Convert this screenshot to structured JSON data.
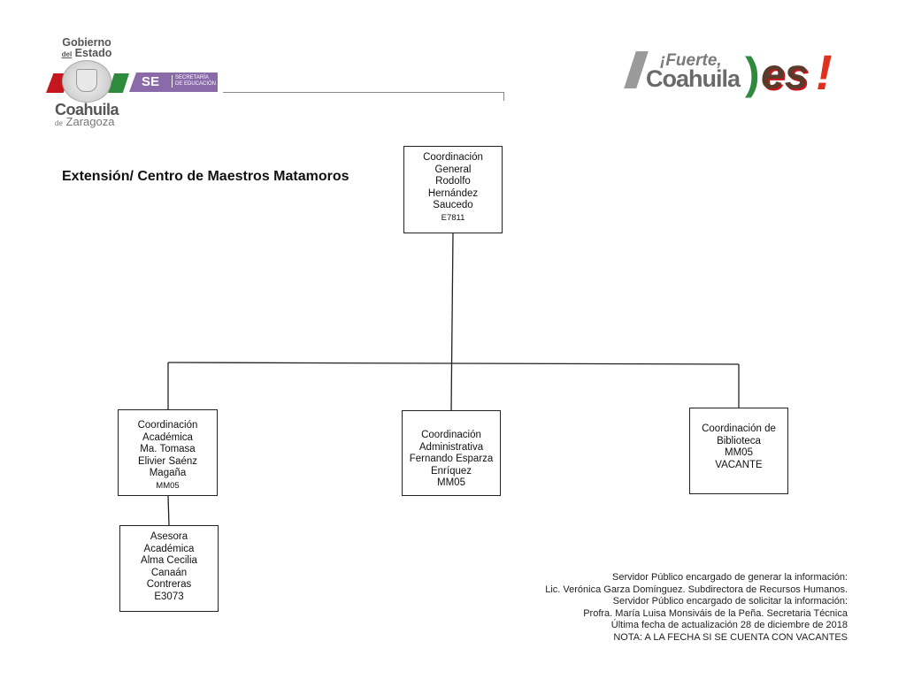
{
  "header": {
    "gov_line1": "Gobierno",
    "gov_del": "del",
    "gov_line2": "Estado",
    "coahuila": "Coahuila",
    "de": "de",
    "zaragoza": "Zaragoza",
    "se_abbr": "SE",
    "se_line1": "SECRETARÍA",
    "se_line2": "DE EDUCACIÓN",
    "slogan_line1": "¡Fuerte,",
    "slogan_line2": "Coahuila",
    "slogan_es": "es",
    "slogan_excl": "!"
  },
  "title": "Extensión/ Centro de Maestros Matamoros",
  "nodes": {
    "general": [
      "Coordinación",
      "General",
      "Rodolfo",
      "Hernández",
      "Saucedo",
      "E7811"
    ],
    "academica": [
      "Coordinación",
      "Académica",
      "Ma. Tomasa",
      "Elivier Saénz",
      "Magaña",
      "MM05"
    ],
    "administrativa": [
      "Coordinación",
      "Administrativa",
      "Fernando Esparza",
      "Enríquez",
      "MM05"
    ],
    "biblioteca": [
      "Coordinación de",
      "Biblioteca",
      "MM05",
      "VACANTE"
    ],
    "asesora": [
      "Asesora",
      "Académica",
      "Alma Cecilia",
      "Canaán",
      "Contreras",
      "E3073"
    ]
  },
  "footer": [
    "Servidor Público encargado de generar la información:",
    "Lic. Verónica Garza Domínguez. Subdirectora de Recursos Humanos.",
    "Servidor Público encargado de solicitar la información:",
    "Profra. María Luisa Monsiváis de la Peña. Secretaria Técnica",
    "Última fecha de actualización 28 de diciembre de 2018",
    "NOTA: A LA FECHA SI SE CUENTA CON VACANTES"
  ],
  "colors": {
    "brand_red": "#c4161c",
    "brand_green": "#2e8b3e",
    "se_purple": "#8a6aa8"
  }
}
